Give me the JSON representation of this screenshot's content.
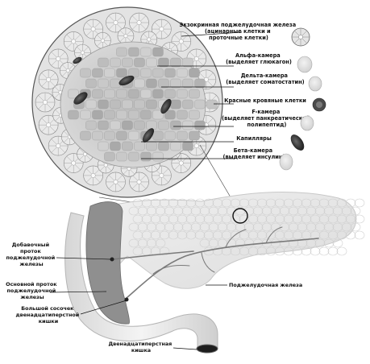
{
  "diagram": {
    "islet_labels": [
      {
        "id": "exocrine",
        "lines": [
          "Экзокринная поджелудочная железа",
          "(ацинарные клетки и",
          "проточные клетки)"
        ]
      },
      {
        "id": "alpha",
        "lines": [
          "Альфа-камера",
          "(выделяет глюкагон)"
        ]
      },
      {
        "id": "delta",
        "lines": [
          "Дельта-камера",
          "(выделяет соматостатин)"
        ]
      },
      {
        "id": "rbc",
        "lines": [
          "Красные кровяные клетки"
        ]
      },
      {
        "id": "f_cell",
        "lines": [
          "F-камера",
          "(выделяет панкреатический",
          "полипептид)"
        ]
      },
      {
        "id": "capillaries",
        "lines": [
          "Капилляры"
        ]
      },
      {
        "id": "beta",
        "lines": [
          "Бета-камера",
          "(выделяет инсулин)"
        ]
      }
    ],
    "anatomy_labels": [
      {
        "id": "accessory_duct",
        "lines": [
          "Добавочный",
          "проток",
          "поджелудочной",
          "железы"
        ]
      },
      {
        "id": "main_duct",
        "lines": [
          "Основной проток",
          "поджелудочной",
          "железы"
        ]
      },
      {
        "id": "major_papilla",
        "lines": [
          "Большой сосочек",
          "двенадцатиперстной",
          "кишки"
        ]
      },
      {
        "id": "duodenum",
        "lines": [
          "Двенадцатиперстная",
          "кишка"
        ]
      },
      {
        "id": "pancreas",
        "lines": [
          "Поджелудочная железа"
        ]
      }
    ]
  }
}
